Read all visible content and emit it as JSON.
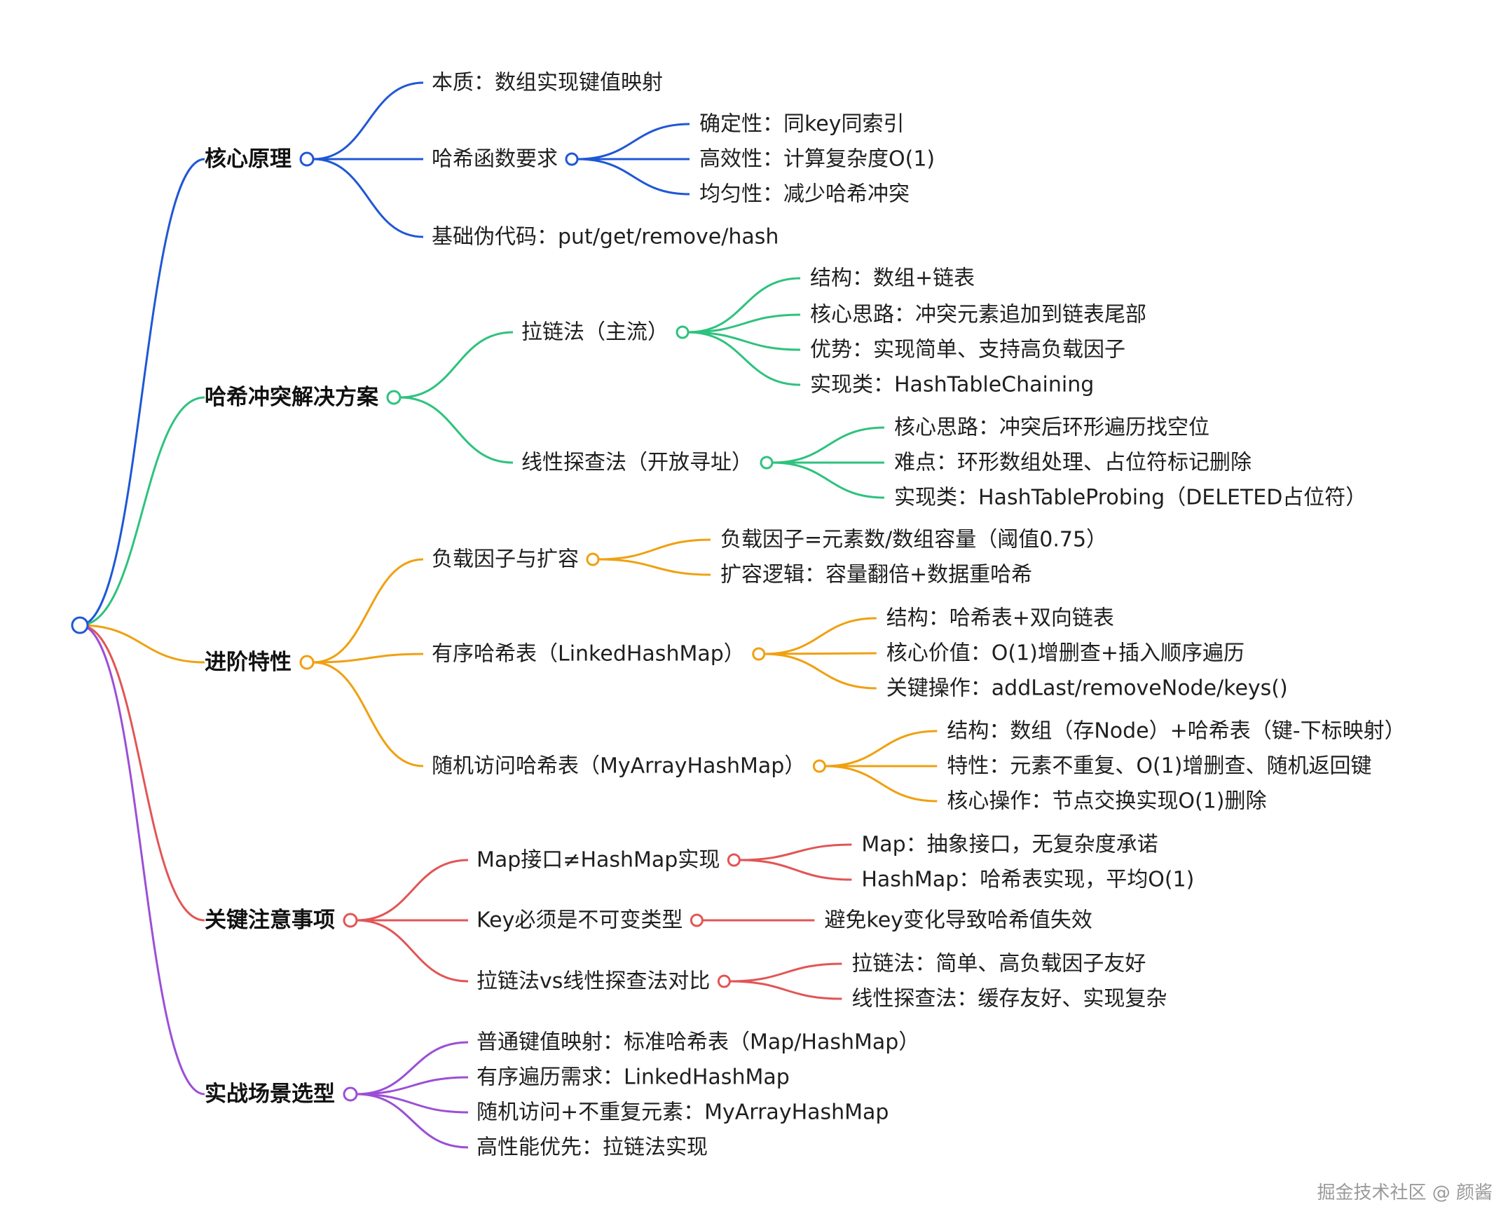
{
  "mindmap": {
    "root_label": "",
    "branches": [
      {
        "label": "核心原理",
        "color": "#1f57d6",
        "children": [
          {
            "label": "本质：数组实现键值映射"
          },
          {
            "label": "哈希函数要求",
            "children": [
              "确定性：同key同索引",
              "高效性：计算复杂度O(1)",
              "均匀性：减少哈希冲突"
            ]
          },
          {
            "label": "基础伪代码：put/get/remove/hash"
          }
        ]
      },
      {
        "label": "哈希冲突解决方案",
        "color": "#2ec27e",
        "children": [
          {
            "label": "拉链法（主流）",
            "children": [
              "结构：数组+链表",
              "核心思路：冲突元素追加到链表尾部",
              "优势：实现简单、支持高负载因子",
              "实现类：HashTableChaining"
            ]
          },
          {
            "label": "线性探查法（开放寻址）",
            "children": [
              "核心思路：冲突后环形遍历找空位",
              "难点：环形数组处理、占位符标记删除",
              "实现类：HashTableProbing（DELETED占位符）"
            ]
          }
        ]
      },
      {
        "label": "进阶特性",
        "color": "#f0a010",
        "children": [
          {
            "label": "负载因子与扩容",
            "children": [
              "负载因子=元素数/数组容量（阈值0.75）",
              "扩容逻辑：容量翻倍+数据重哈希"
            ]
          },
          {
            "label": "有序哈希表（LinkedHashMap）",
            "children": [
              "结构：哈希表+双向链表",
              "核心价值：O(1)增删查+插入顺序遍历",
              "关键操作：addLast/removeNode/keys()"
            ]
          },
          {
            "label": "随机访问哈希表（MyArrayHashMap）",
            "children": [
              "结构：数组（存Node）+哈希表（键-下标映射）",
              "特性：元素不重复、O(1)增删查、随机返回键",
              "核心操作：节点交换实现O(1)删除"
            ]
          }
        ]
      },
      {
        "label": "关键注意事项",
        "color": "#e25555",
        "children": [
          {
            "label": "Map接口≠HashMap实现",
            "children": [
              "Map：抽象接口，无复杂度承诺",
              "HashMap：哈希表实现，平均O(1)"
            ]
          },
          {
            "label": "Key必须是不可变类型",
            "children": [
              "避免key变化导致哈希值失效"
            ]
          },
          {
            "label": "拉链法vs线性探查法对比",
            "children": [
              "拉链法：简单、高负载因子友好",
              "线性探查法：缓存友好、实现复杂"
            ]
          }
        ]
      },
      {
        "label": "实战场景选型",
        "color": "#9b4fd6",
        "children": [
          {
            "label": "普通键值映射：标准哈希表（Map/HashMap）"
          },
          {
            "label": "有序遍历需求：LinkedHashMap"
          },
          {
            "label": "随机访问+不重复元素：MyArrayHashMap"
          },
          {
            "label": "高性能优先：拉链法实现"
          }
        ]
      }
    ]
  },
  "watermark": "掘金技术社区 @ 颜酱"
}
